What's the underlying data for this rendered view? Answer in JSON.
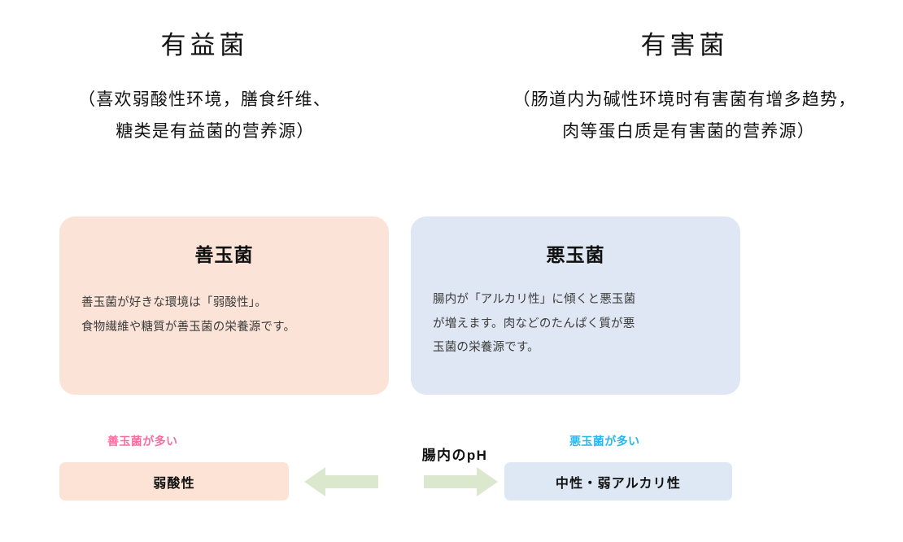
{
  "headings": {
    "left": {
      "title": "有益菌",
      "subtitle_line1": "（喜欢弱酸性环境，膳食纤维、",
      "subtitle_line2": "糖类是有益菌的营养源）"
    },
    "right": {
      "title": "有害菌",
      "subtitle_line1": "（肠道内为碱性环境时有害菌有增多趋势，",
      "subtitle_line2": "肉等蛋白质是有害菌的营养源）"
    }
  },
  "cards": {
    "good": {
      "title": "善玉菌",
      "body_line1": "善玉菌が好きな環境は「弱酸性」。",
      "body_line2": "食物繊維や糖質が善玉菌の栄養源です。",
      "background": "#FBE3D7"
    },
    "bad": {
      "title": "悪玉菌",
      "body_line1": "腸内が「アルカリ性」に傾くと悪玉菌",
      "body_line2": "が増えます。肉などのたんぱく質が悪",
      "body_line3": "玉菌の栄養源です。",
      "background": "#DEE7F3"
    }
  },
  "ph_scale": {
    "center_label": "腸内のpH",
    "left": {
      "caption": "善玉菌が多い",
      "caption_color": "#F2709F",
      "bar_label": "弱酸性",
      "bar_background": "#FCE3D6"
    },
    "right": {
      "caption": "悪玉菌が多い",
      "caption_color": "#2BB6EE",
      "bar_label": "中性・弱アルカリ性",
      "bar_background": "#DEE8F4"
    },
    "arrow_color": "#DCE8CE"
  }
}
